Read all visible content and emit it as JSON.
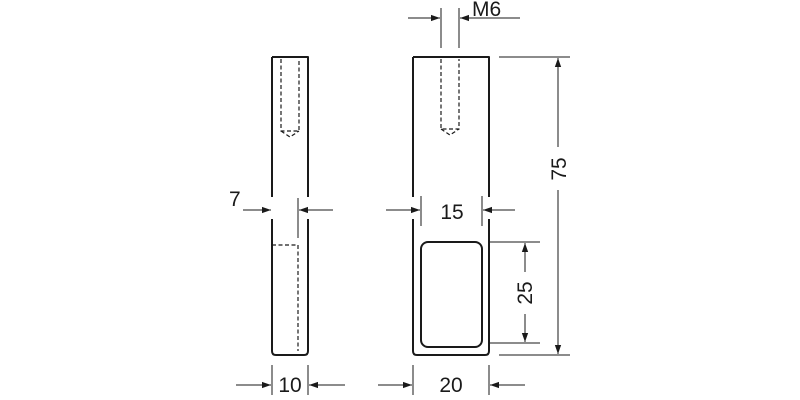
{
  "dimensions": {
    "thread": "M6",
    "side_offset": "7",
    "side_width": "10",
    "slot_width": "15",
    "front_width": "20",
    "slot_height": "25",
    "total_height": "75"
  },
  "colors": {
    "line": "#1a1a1a",
    "background": "#ffffff"
  }
}
